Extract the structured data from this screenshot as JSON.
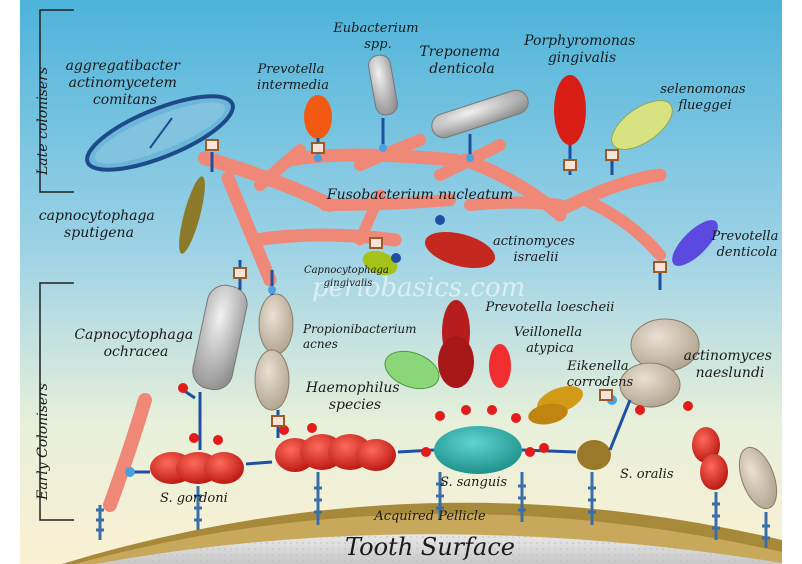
{
  "side_labels": {
    "late": "Late colonisers",
    "early": "Early Colonisers"
  },
  "bacteria": {
    "aggregatibacter": [
      "aggregatibacter",
      "actinomycetem",
      "comitans"
    ],
    "prevotella_intermedia": [
      "Prevotella",
      "intermedia"
    ],
    "eubacterium": [
      "Eubacterium",
      "spp."
    ],
    "treponema": [
      "Treponema",
      "denticola"
    ],
    "porphyromonas": [
      "Porphyromonas",
      "gingivalis"
    ],
    "selenomonas": [
      "selenomonas",
      "flueggei"
    ],
    "capnocytophaga_sputigena": [
      "capnocytophaga",
      "sputigena"
    ],
    "fusobacterium": "Fusobacterium nucleatum",
    "capnocytophaga_gingivalis": [
      "Capnocytophaga",
      "gingivalis"
    ],
    "actinomyces_israelii": [
      "actinomyces",
      "israelii"
    ],
    "prevotella_denticola": [
      "Prevotella",
      "denticola"
    ],
    "prevotella_loescheii": "Prevotella loescheii",
    "capnocytophaga_ochracea": [
      "Capnocytophaga",
      "ochracea"
    ],
    "propionibacterium": [
      "Propionibacterium",
      "acnes"
    ],
    "veillonella": [
      "Veillonella",
      "atypica"
    ],
    "eikenella": [
      "Eikenella",
      "corrodens"
    ],
    "actinomyces_naeslundi": [
      "actinomyces",
      "naeslundi"
    ],
    "haemophilus": [
      "Haemophilus",
      "species"
    ],
    "s_gordoni": "S. gordoni",
    "s_sanguis": "S. sanguis",
    "s_oralis": "S. oralis"
  },
  "watermark": "periobasics.com",
  "pellicle": "Acquired Pellicle",
  "tooth_surface": "Tooth Surface",
  "colors": {
    "sky_top": "#4fb3d9",
    "sky_bottom": "#fbf3dc",
    "fusobacterium": "#f08a7a",
    "pellicle": "#b89a45",
    "enamel": "#dcdcdc",
    "streptococcus": "#d8201f",
    "adhesin": "#2b59a8"
  }
}
